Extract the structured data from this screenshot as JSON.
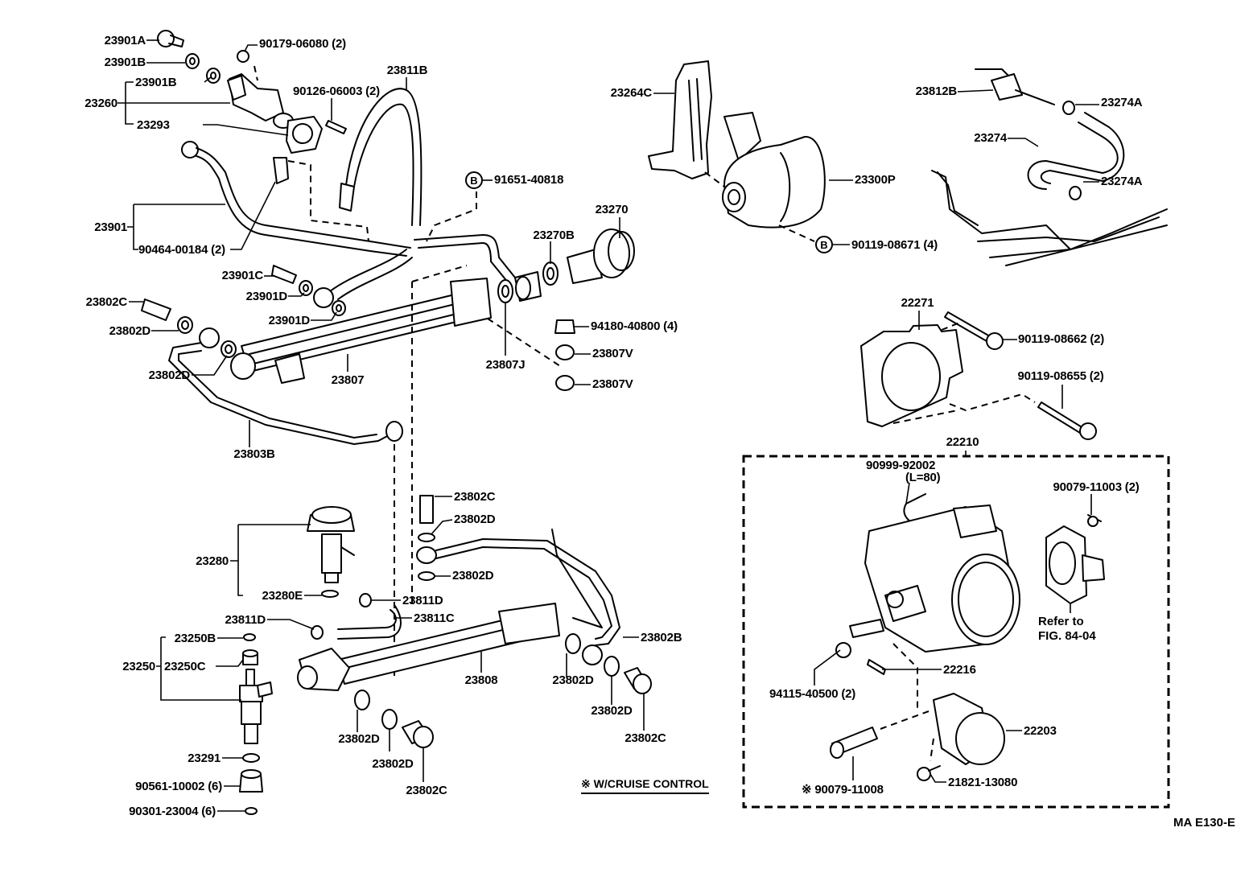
{
  "figure": {
    "code": "MA  E130-E",
    "footnote": "※ W/CRUISE CONTROL",
    "reference_note_line1": "Refer to",
    "reference_note_line2": "FIG. 84-04",
    "assembly_box_label": "22210"
  },
  "labels": {
    "l23901A": "23901A",
    "l23901B_1": "23901B",
    "l23901B_2": "23901B",
    "l23260": "23260",
    "l23293": "23293",
    "l90179": "90179-06080 (2)",
    "l90126": "90126-06003 (2)",
    "l23811B": "23811B",
    "l23901": "23901",
    "l90464": "90464-00184 (2)",
    "l91651": "91651-40818",
    "l23901C": "23901C",
    "l23901D_1": "23901D",
    "l23901D_2": "23901D",
    "l23802C_1": "23802C",
    "l23802D_1": "23802D",
    "l23802D_2": "23802D",
    "l23807": "23807",
    "l23803B": "23803B",
    "l23270": "23270",
    "l23270B": "23270B",
    "l23807J": "23807J",
    "l94180": "94180-40800 (4)",
    "l23807V_1": "23807V",
    "l23807V_2": "23807V",
    "l23264C": "23264C",
    "l23300P": "23300P",
    "l90119_08671": "90119-08671 (4)",
    "l23812B": "23812B",
    "l23274A_1": "23274A",
    "l23274": "23274",
    "l23274A_2": "23274A",
    "l22271": "22271",
    "l90119_08662": "90119-08662 (2)",
    "l90119_08655": "90119-08655 (2)",
    "l90999": "90999-92002",
    "l90999_len": "(L=80)",
    "l90079_11003": "90079-11003 (2)",
    "l94115": "94115-40500 (2)",
    "l22216": "22216",
    "l22203": "22203",
    "l90079_11008": "※ 90079-11008",
    "l21821": "21821-13080",
    "l23802C_2": "23802C",
    "l23802D_3": "23802D",
    "l23802D_4": "23802D",
    "l23280": "23280",
    "l23280E": "23280E",
    "l23811D_1": "23811D",
    "l23811D_2": "23811D",
    "l23811C": "23811C",
    "l23250B": "23250B",
    "l23250": "23250",
    "l23250C": "23250C",
    "l23291": "23291",
    "l90561": "90561-10002 (6)",
    "l90301": "90301-23004 (6)",
    "l23808": "23808",
    "l23802D_5": "23802D",
    "l23802D_6": "23802D",
    "l23802C_3": "23802C",
    "l23802B": "23802B",
    "l23802D_7": "23802D",
    "l23802D_8": "23802D",
    "l23802C_4": "23802C"
  },
  "callout_symbol": "B"
}
